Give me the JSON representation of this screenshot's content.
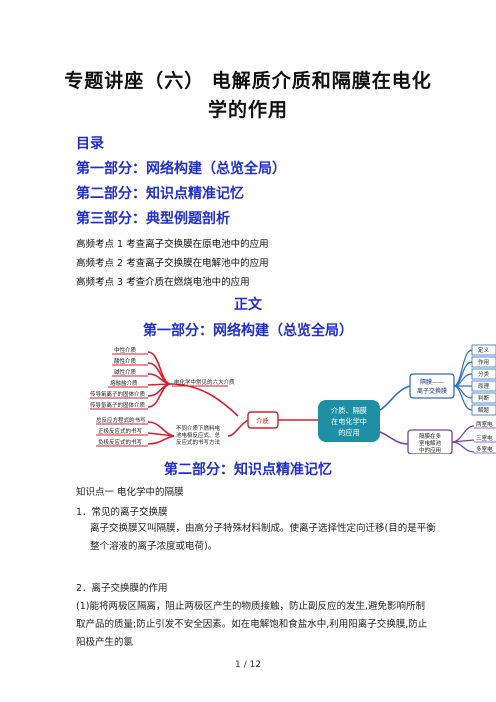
{
  "title": {
    "line1": "专题讲座（六）  电解质介质和隔膜在电化",
    "line2": "学的作用"
  },
  "toc": {
    "heading": "目录",
    "parts": [
      "第一部分：网络构建（总览全局）",
      "第二部分：知识点精准记忆",
      "第三部分：典型例题剖析"
    ],
    "key_points": [
      "高频考点 1    考查离子交换膜在原电池中的应用",
      "高频考点 2    考查离子交换膜在电解池中的应用",
      "高频考点 3    考查介质在燃烧电池中的应用"
    ]
  },
  "main_heading": "正文",
  "section1_heading": "第一部分：网络构建（总览全局）",
  "mindmap": {
    "center": [
      "介质、隔膜",
      "在电化学中",
      "的应用"
    ],
    "medium": "介质",
    "left_group1_label": "电化学中常见的六大介质",
    "left_group1": [
      "中性介质",
      "酸性介质",
      "碱性介质",
      "熔融盐介质",
      "传导氧离子的固体介质",
      "传导氢离子的固体介质"
    ],
    "left_group2_label": [
      "不同介质下燃料电",
      "池电极反应式、总",
      "反应式的书写方法"
    ],
    "left_group2": [
      "总反应方程式的书写",
      "正极反应式的书写",
      "负极反应式的书写"
    ],
    "right_top": [
      "隔膜——",
      "离子交换膜"
    ],
    "right_top_items": [
      "定义",
      "作用",
      "分类",
      "原理",
      "判断",
      "解题"
    ],
    "right_bottom": [
      "隔膜在多",
      "室电解池",
      "中的应用"
    ],
    "right_bottom_items": [
      "两室电",
      "三室电",
      "多室电"
    ]
  },
  "section2_heading": "第二部分：知识点精准记忆",
  "body": {
    "kp_title": "知识点一  电化学中的隔膜",
    "item1": "1．常见的离子交换膜",
    "item1_text": "离子交换膜又叫隔膜，由高分子特殊材料制成。使离子选择性定向迁移(目的是平衡整个溶液的离子浓度或电荷)。",
    "item2": "2．离子交换膜的作用",
    "item2_text": "(1)能将两极区隔离，阻止两极区产生的物质接触，防止副反应的发生,避免影响所制取产品的质量;防止引发不安全因素。如在电解饱和食盐水中,利用阳离子交换膜,防止阳极产生的氯"
  },
  "footer": "1  /  12",
  "colors": {
    "toc_blue": "#1f2fcf",
    "center_node": "#1f8fa5",
    "branch_red": "#d81e2c",
    "branch_blue": "#2a6fc2",
    "branch_purple": "#7b3fa0"
  }
}
